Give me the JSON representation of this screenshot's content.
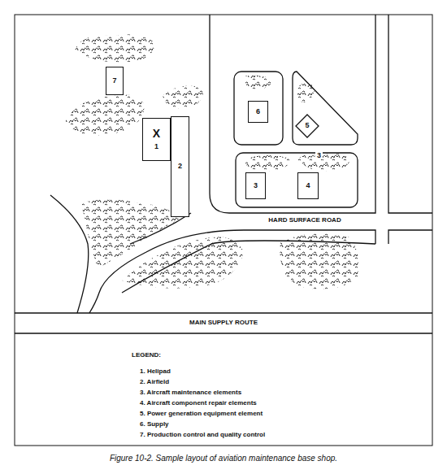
{
  "diagram": {
    "caption": "Figure 10-2. Sample layout of aviation maintenance base shop.",
    "nodes": [
      {
        "text": [
          "7"
        ]
      },
      {
        "text": [
          "X",
          "1"
        ]
      },
      {
        "text": [
          "2"
        ]
      },
      {
        "text": [
          "6"
        ]
      },
      {
        "text": [
          "5"
        ]
      },
      {
        "text": [
          "3"
        ]
      },
      {
        "text": [
          "4"
        ]
      }
    ],
    "labels": [
      "3",
      "HARD SURFACE ROAD",
      "MAIN SUPPLY ROUTE",
      "LEGEND:"
    ],
    "legend": [
      {
        "text": "1. Helipad"
      },
      {
        "text": "2. Airfield"
      },
      {
        "text": "3. Aircraft maintenance elements"
      },
      {
        "text": "4. Aircraft component repair elements"
      },
      {
        "text": "5. Power generation equipment element"
      },
      {
        "text": "6. Supply"
      },
      {
        "text": "7. Production control and quality control"
      }
    ]
  }
}
